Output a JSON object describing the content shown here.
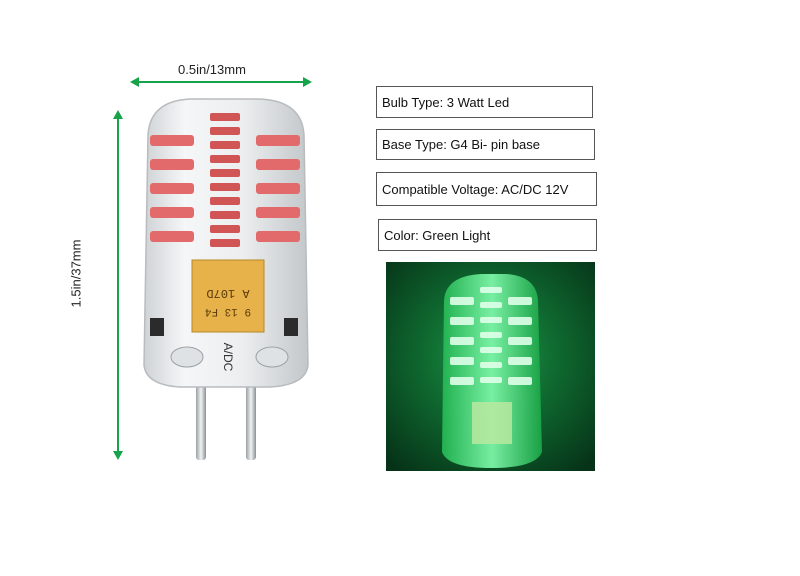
{
  "dimensions": {
    "width_label": "0.5in/13mm",
    "height_label": "1.5in/37mm"
  },
  "bulb_markings": {
    "capacitor_line1": "A 107D",
    "capacitor_line2": "9 13 F4",
    "side_text": "A/DC"
  },
  "specs": {
    "bulb_type": "Bulb Type: 3 Watt Led",
    "base_type": "Base Type: G4 Bi- pin base",
    "voltage": "Compatible Voltage: AC/DC 12V",
    "color": "Color: Green Light"
  },
  "colors": {
    "arrow": "#16a34a",
    "glow": "#22c55e",
    "photo_bg": "#0b3a1c",
    "capacitor": "#e8b24a"
  }
}
